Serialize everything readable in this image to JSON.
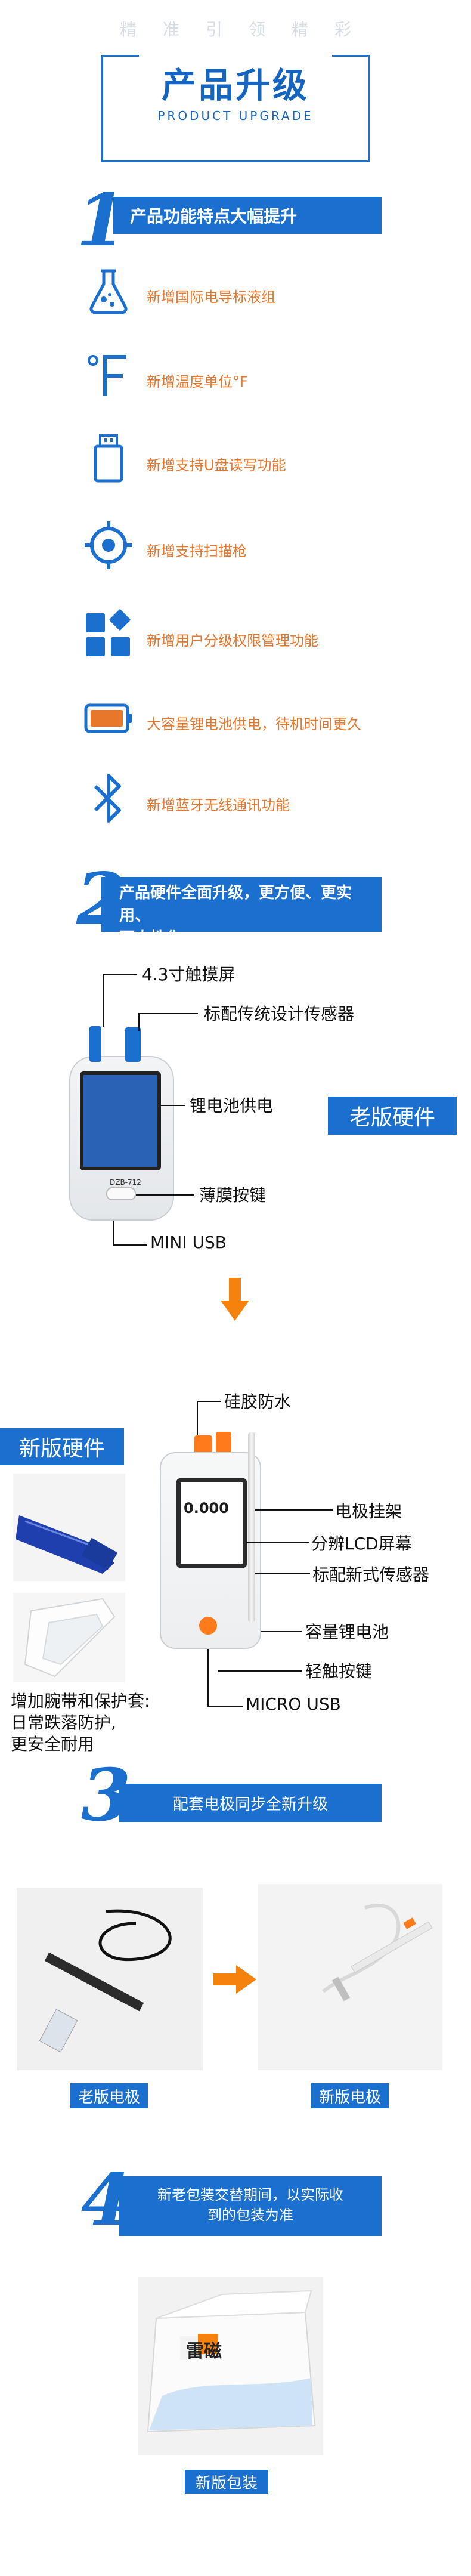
{
  "header": {
    "tagline": "精准引领精彩",
    "title": "产品升级",
    "subtitle": "PRODUCT UPGRADE"
  },
  "section1": {
    "number": "1",
    "heading": "产品功能特点大幅提升",
    "features": [
      {
        "icon": "flask-icon",
        "text": "新增国际电导标液组"
      },
      {
        "icon": "fahrenheit-icon",
        "text": "新增温度单位°F"
      },
      {
        "icon": "usb-drive-icon",
        "text": "新增支持U盘读写功能"
      },
      {
        "icon": "scan-target-icon",
        "text": "新增支持扫描枪"
      },
      {
        "icon": "permission-grid-icon",
        "text": "新增用户分级权限管理功能"
      },
      {
        "icon": "battery-icon",
        "text": "大容量锂电池供电，待机时间更久"
      },
      {
        "icon": "bluetooth-icon",
        "text": "新增蓝牙无线通讯功能"
      }
    ]
  },
  "section2": {
    "number": "2",
    "heading_line1": "产品硬件全面升级，更方便、更实用、",
    "heading_line2": "更人性化",
    "old_label": "老版硬件",
    "old_callouts": [
      "4.3寸触摸屏",
      "标配传统设计传感器",
      "锂电池供电",
      "薄膜按键",
      "MINI USB"
    ],
    "old_device_model": "DZB-712",
    "new_label": "新版硬件",
    "new_callouts": [
      "硅胶防水",
      "电极挂架",
      "分辨LCD屏幕",
      "标配新式传感器",
      "容量锂电池",
      "轻触按键",
      "MICRO USB"
    ],
    "new_screen_value": "0.000",
    "accessory_text": [
      "增加腕带和保护套:",
      "日常跌落防护,",
      "更安全耐用"
    ]
  },
  "section3": {
    "number": "3",
    "heading": "配套电极同步全新升级",
    "old_caption": "老版电极",
    "new_caption": "新版电极"
  },
  "section4": {
    "number": "4",
    "heading_line1": "新老包装交替期间，以实际收",
    "heading_line2": "到的包装为准",
    "box_brand": "雷磁",
    "caption": "新版包装"
  },
  "colors": {
    "blue": "#1a6fcf",
    "orange": "#e8762b"
  }
}
